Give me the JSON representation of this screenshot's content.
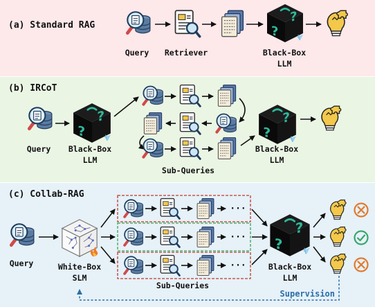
{
  "panels": {
    "a": {
      "title": "(a) Standard RAG",
      "query": "Query",
      "retriever": "Retriever",
      "llm_line1": "Black-Box",
      "llm_line2": "LLM"
    },
    "b": {
      "title": "(b) IRCoT",
      "query": "Query",
      "llm1_line1": "Black-Box",
      "llm1_line2": "LLM",
      "subqueries": "Sub-Queries",
      "llm2_line1": "Black-Box",
      "llm2_line2": "LLM"
    },
    "c": {
      "title": "(c) Collab-RAG",
      "query": "Query",
      "slm_line1": "White-Box",
      "slm_line2": "SLM",
      "subqueries": "Sub-Queries",
      "llm_line1": "Black-Box",
      "llm_line2": "LLM",
      "supervision": "Supervision",
      "ellipsis": "···",
      "outcomes": [
        "wrong",
        "correct",
        "wrong"
      ]
    }
  },
  "colors": {
    "panel_a_bg": "#fde8ea",
    "panel_b_bg": "#eaf5e4",
    "panel_c_bg": "#e6f1f8",
    "bulb": "#f3c84b",
    "cube": "#101010",
    "cube_mark": "#2fb89a",
    "wrong": "#e07a2e",
    "correct": "#3aa66a",
    "dashed_red": "#c0392b",
    "dashed_green": "#3aa655",
    "supervision": "#2a6fa8"
  }
}
